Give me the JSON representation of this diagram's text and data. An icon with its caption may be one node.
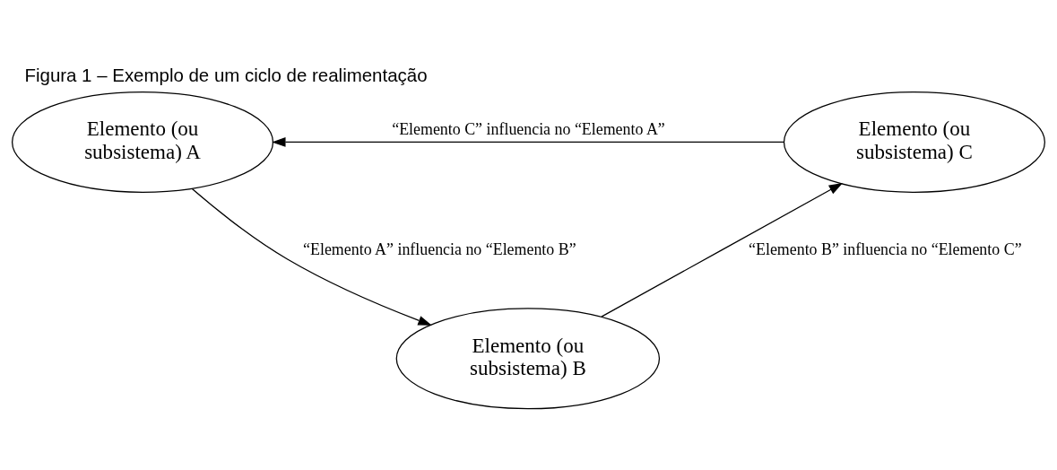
{
  "diagram": {
    "title": "Figura 1 – Exemplo de um ciclo de realimentação",
    "nodes": [
      {
        "text": [
          "Elemento (ou subsistema) B"
        ]
      },
      {
        "text": [
          "Elemento (ou subsistema) A"
        ]
      },
      {
        "text": [
          "Elemento (ou subsistema) C"
        ]
      }
    ],
    "edges": [
      {
        "from": 1,
        "to": 0,
        "arrow": "to",
        "label": "“Elemento A” influencia no “Elemento B”"
      },
      {
        "from": 0,
        "to": 2,
        "arrow": "to",
        "label": "“Elemento B” influencia no “Elemento C”"
      },
      {
        "from": 2,
        "to": 1,
        "arrow": "to",
        "label": "“Elemento C” influencia no “Elemento A”"
      }
    ]
  }
}
